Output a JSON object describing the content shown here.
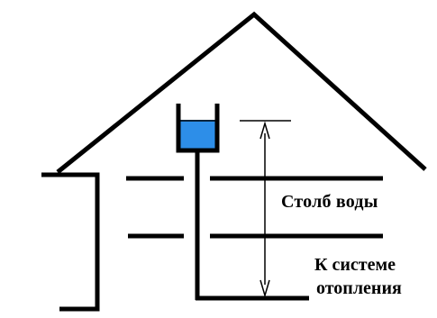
{
  "labels": {
    "water_column": "Столб воды",
    "to_heating_system_line1": "К системе",
    "to_heating_system_line2": "отопления"
  },
  "colors": {
    "stroke": "#000000",
    "water": "#2d8ee8",
    "background": "#ffffff"
  }
}
